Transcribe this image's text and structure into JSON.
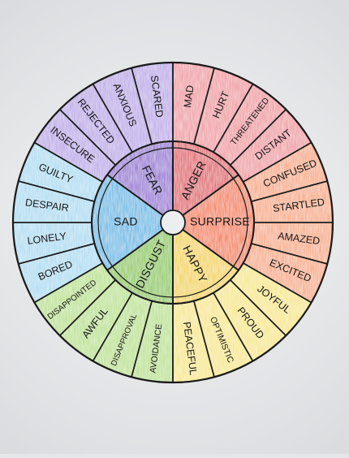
{
  "wheel": {
    "core": [
      {
        "key": "fear",
        "label": "FEAR",
        "color": "#8a5fd0",
        "light": "#b7a1e6",
        "start": -54,
        "end": 0
      },
      {
        "key": "anger",
        "label": "ANGER",
        "color": "#de3a48",
        "light": "#ee9098",
        "start": 0,
        "end": 54
      },
      {
        "key": "surprise",
        "label": "SURPRISE",
        "color": "#f26c2a",
        "light": "#f6a276",
        "start": 54,
        "end": 126
      },
      {
        "key": "happy",
        "label": "HAPPY",
        "color": "#f2d11c",
        "light": "#f6e57a",
        "start": 126,
        "end": 180
      },
      {
        "key": "disgust",
        "label": "DISGUST",
        "color": "#7fc52e",
        "light": "#b6df82",
        "start": 180,
        "end": 234
      },
      {
        "key": "sad",
        "label": "SAD",
        "color": "#4cb4e4",
        "light": "#a6d9f0",
        "start": 234,
        "end": 306
      }
    ],
    "outer": [
      {
        "label": "MAD",
        "group": "anger"
      },
      {
        "label": "HURT",
        "group": "anger"
      },
      {
        "label": "THREATENED",
        "group": "anger"
      },
      {
        "label": "DISTANT",
        "group": "anger"
      },
      {
        "label": "CONFUSED",
        "group": "surprise"
      },
      {
        "label": "STARTLED",
        "group": "surprise"
      },
      {
        "label": "AMAZED",
        "group": "surprise"
      },
      {
        "label": "EXCITED",
        "group": "surprise"
      },
      {
        "label": "JOYFUL",
        "group": "happy"
      },
      {
        "label": "PROUD",
        "group": "happy"
      },
      {
        "label": "OPTIMISTIC",
        "group": "happy"
      },
      {
        "label": "PEACEFUL",
        "group": "happy"
      },
      {
        "label": "AVOIDANCE",
        "group": "disgust"
      },
      {
        "label": "DISAPPROVAL",
        "group": "disgust"
      },
      {
        "label": "AWFUL",
        "group": "disgust"
      },
      {
        "label": "DISAPPOINTED",
        "group": "disgust"
      },
      {
        "label": "BORED",
        "group": "sad"
      },
      {
        "label": "LONELY",
        "group": "sad"
      },
      {
        "label": "DESPAIR",
        "group": "sad"
      },
      {
        "label": "GUILTY",
        "group": "sad"
      },
      {
        "label": "INSECURE",
        "group": "fear"
      },
      {
        "label": "REJECTED",
        "group": "fear"
      },
      {
        "label": "ANXIOUS",
        "group": "fear"
      },
      {
        "label": "SCARED",
        "group": "fear"
      }
    ]
  }
}
